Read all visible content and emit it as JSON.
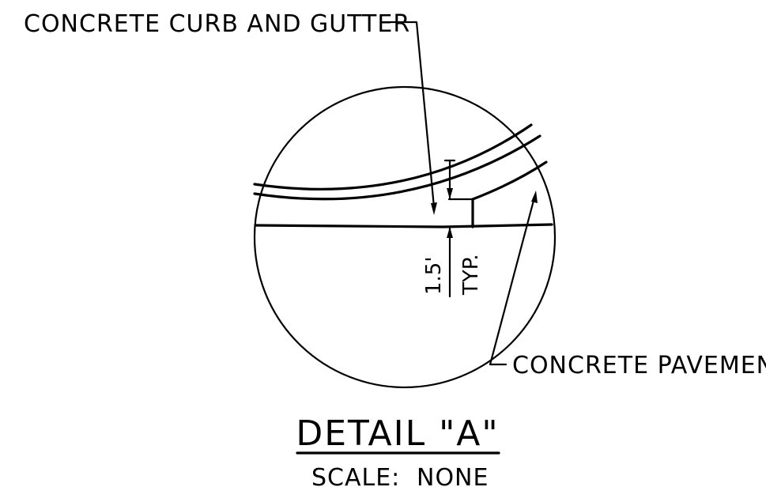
{
  "labels": {
    "curb_gutter": "CONCRETE CURB AND GUTTER",
    "pavement": "CONCRETE PAVEMENT",
    "dimension_value": "1.5'",
    "dimension_note": "TYP."
  },
  "title": {
    "detail": "DETAIL \"A\"",
    "scale_label": "SCALE:",
    "scale_value": "NONE"
  },
  "colors": {
    "ink": "#000000",
    "paper": "#ffffff"
  }
}
